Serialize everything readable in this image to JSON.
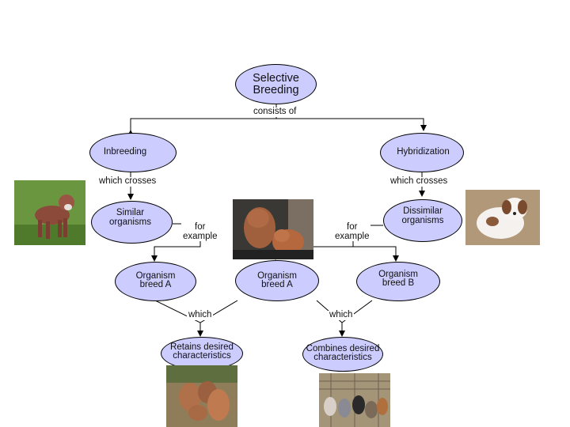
{
  "concept_map": {
    "root": "Selective Breeding",
    "links": {
      "consists_of": "consists of",
      "which_crosses_left": "which crosses",
      "which_crosses_right": "which crosses",
      "for_example_left": "for\nexample",
      "for_example_right": "for\nexample",
      "which_left": "which",
      "which_right": "which"
    },
    "nodes": {
      "inbreeding": "Inbreeding",
      "hybridization": "Hybridization",
      "similar_organisms": "Similar\norganisms",
      "dissimilar_organisms": "Dissimilar\norganisms",
      "breed_a_left": "Organism\nbreed A",
      "breed_a_center": "Organism\nbreed A",
      "breed_b": "Organism\nbreed B",
      "retains": "Retains desired\ncharacteristics",
      "combines": "Combines desired\ncharacteristics"
    },
    "photos": {
      "pitbull_grass": "pit bull dog standing on grass",
      "two_pitbulls": "two red-nosed pit bull dogs",
      "shih_tzu": "white and brown shih tzu puppy",
      "dog_pack_left": "group of pit bull dogs outdoors",
      "puppies_right": "litter of mixed-breed puppies"
    },
    "colors": {
      "node_fill": "#ccccff",
      "line": "#000000"
    }
  }
}
